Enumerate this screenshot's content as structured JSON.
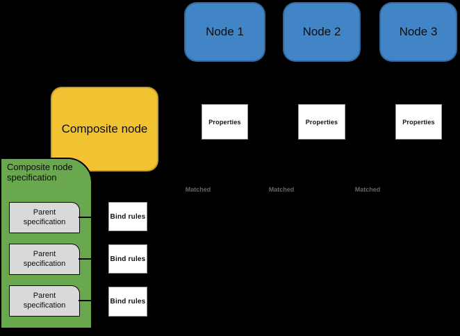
{
  "colors": {
    "background": "#000000",
    "node_blue": "#4285c7",
    "composite_yellow": "#f1c232",
    "spec_green": "#6aa84f",
    "parent_gray": "#d9d9d9",
    "matched_text": "#666666"
  },
  "nodes": [
    {
      "label": "Node 1"
    },
    {
      "label": "Node 2"
    },
    {
      "label": "Node 3"
    }
  ],
  "composite_node": {
    "label": "Composite node"
  },
  "properties_boxes": [
    {
      "label": "Properties"
    },
    {
      "label": "Properties"
    },
    {
      "label": "Properties"
    }
  ],
  "matched_labels": [
    {
      "label": "Matched"
    },
    {
      "label": "Matched"
    },
    {
      "label": "Matched"
    }
  ],
  "spec_panel": {
    "title": "Composite node specification",
    "parents": [
      {
        "label": "Parent specification"
      },
      {
        "label": "Parent specification"
      },
      {
        "label": "Parent specification"
      }
    ]
  },
  "bind_rules": [
    {
      "label": "Bind rules"
    },
    {
      "label": "Bind rules"
    },
    {
      "label": "Bind rules"
    }
  ]
}
